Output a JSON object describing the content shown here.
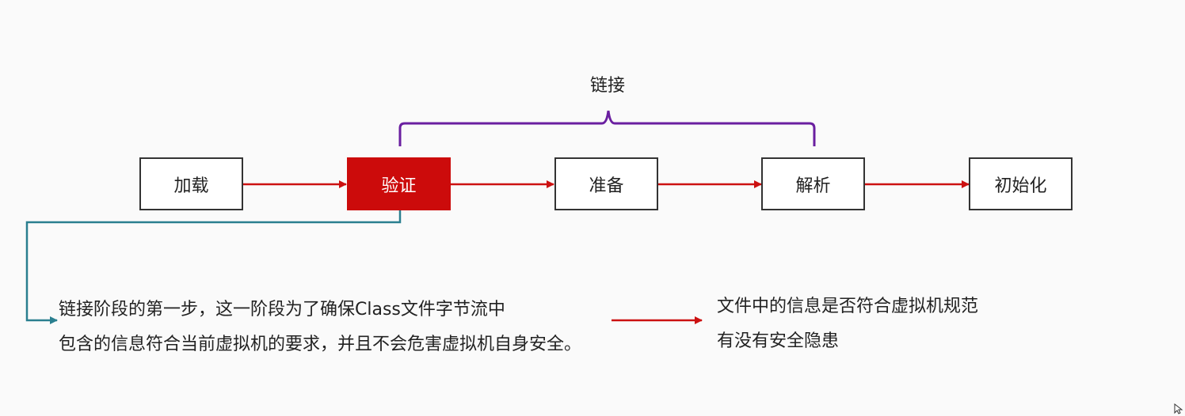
{
  "group": {
    "label": "链接"
  },
  "stages": [
    {
      "id": "load",
      "label": "加载"
    },
    {
      "id": "verify",
      "label": "验证",
      "active": true
    },
    {
      "id": "prepare",
      "label": "准备"
    },
    {
      "id": "resolve",
      "label": "解析"
    },
    {
      "id": "init",
      "label": "初始化"
    }
  ],
  "description": {
    "line1": "链接阶段的第一步，这一阶段为了确保Class文件字节流中",
    "line2": "包含的信息符合当前虚拟机的要求，并且不会危害虚拟机自身安全。"
  },
  "result": {
    "line1": "文件中的信息是否符合虚拟机规范",
    "line2": "有没有安全隐患"
  },
  "colors": {
    "arrow": "#cc1111",
    "active_stage": "#cc0b0b",
    "brace": "#6a1fa0",
    "callout": "#2a7f8f",
    "border": "#333333"
  }
}
